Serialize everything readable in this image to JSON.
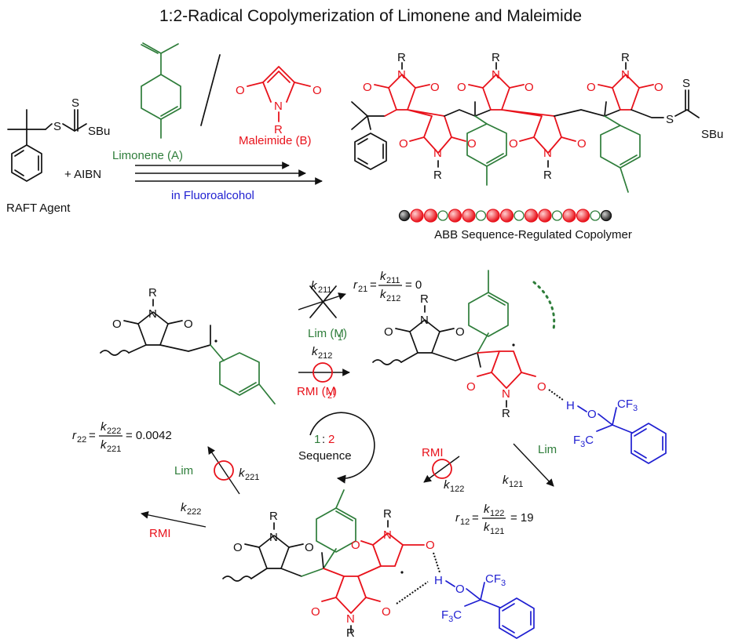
{
  "title": "1:2-Radical Copolymerization of Limonene and Maleimide",
  "labels": {
    "raft_agent": "RAFT Agent",
    "aibn": "+ AIBN",
    "limonene_a": "Limonene (A)",
    "maleimide_b": "Maleimide (B)",
    "solvent": "in Fluoroalcohol",
    "copolymer": "ABB Sequence-Regulated Copolymer",
    "lim_m1": "Lim (M",
    "rmi_m2": "RMI (M",
    "sub1": "1",
    "sub2": "2",
    "lim": "Lim",
    "rmi": "RMI",
    "seq_one": "1",
    "seq_colon": ":",
    "seq_two": "2",
    "sequence": "Sequence"
  },
  "atoms": {
    "S": "S",
    "SBu": "SBu",
    "O": "O",
    "N": "N",
    "R": "R",
    "H": "H",
    "CF3": "CF",
    "F3C": "F",
    "C_tail": "C",
    "three": "3"
  },
  "rates": {
    "k211": "211",
    "k212": "212",
    "k221": "221",
    "k222": "222",
    "k121": "121",
    "k122": "122",
    "k": "k",
    "r": "r",
    "r21_sub": "21",
    "r22_sub": "22",
    "r12_sub": "12",
    "r21_value": "= 0",
    "r22_value": "= 0.0042",
    "r12_value": "= 19",
    "eq": "="
  },
  "colors": {
    "maleimide": "#e8121b",
    "limonene": "#2e7d3a",
    "fluoroalcohol": "#1f1fd1",
    "end_group": "#444444"
  },
  "chain_beads": [
    "end",
    "B",
    "B",
    "A",
    "B",
    "B",
    "A",
    "B",
    "B",
    "A",
    "B",
    "B",
    "A",
    "B",
    "B",
    "A",
    "end"
  ]
}
